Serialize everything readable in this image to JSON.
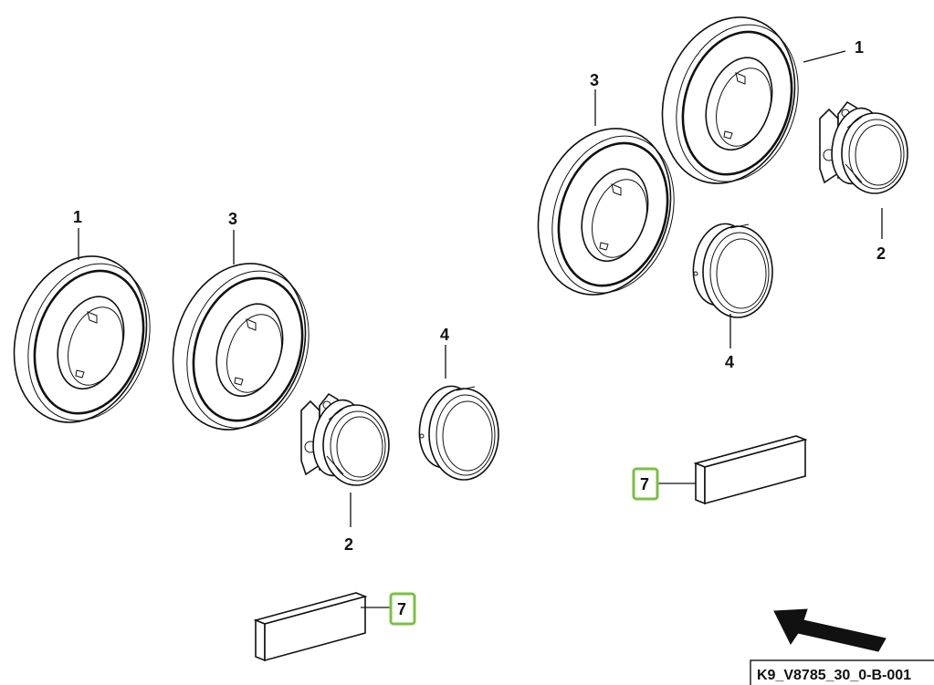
{
  "diagram": {
    "drawing_code": "K9_V8785_30_0-B-001",
    "callouts": {
      "c1a": "1",
      "c3a": "3",
      "c4a": "4",
      "c2a": "2",
      "c7a": "7",
      "c1b": "1",
      "c3b": "3",
      "c4b": "4",
      "c2b": "2",
      "c7b": "7"
    },
    "highlight_color": "#7ac143"
  }
}
